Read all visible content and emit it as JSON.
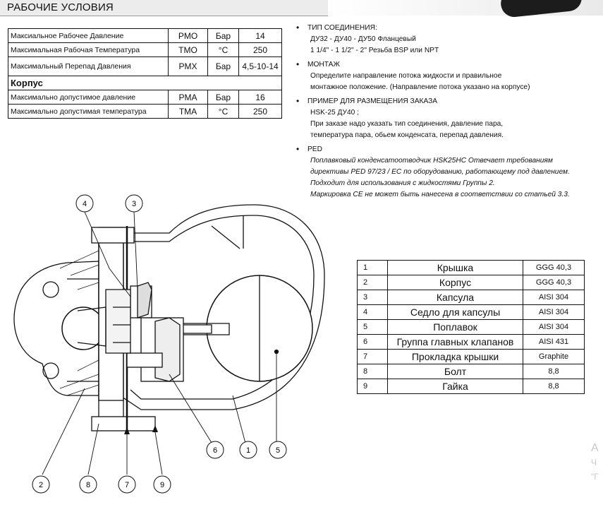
{
  "header": {
    "title": "РАБОЧИЕ УСЛОВИЯ"
  },
  "conditions": {
    "rows": [
      {
        "label": "Максиальное Рабочее Давление",
        "symbol": "PMO",
        "unit": "Бар",
        "value": "14"
      },
      {
        "label": "Максимальная Рабочая Температура",
        "symbol": "TMO",
        "unit": "°C",
        "value": "250"
      },
      {
        "label": "Максимальный Перепад Давления",
        "symbol": "PMX",
        "unit": "Бар",
        "value": "4,5-10-14"
      }
    ],
    "section": "Корпус",
    "body_rows": [
      {
        "label": "Максимально допустимое давление",
        "symbol": "PMA",
        "unit": "Бар",
        "value": "16"
      },
      {
        "label": "Максимально допустимая температура",
        "symbol": "TMA",
        "unit": "°C",
        "value": "250"
      }
    ]
  },
  "notes": {
    "connection": {
      "title": "ТИП СОЕДИНЕНИЯ:",
      "line1": "ДУ32 - ДУ40 - ДУ50   Фланцевый",
      "line2": "1 1/4\" - 1 1/2\" - 2\"     Резьба  BSP или NPT"
    },
    "mounting": {
      "title": "МОНТАЖ",
      "line1": "Определите направление потока жидкости и правильное",
      "line2": "монтажное положение. (Направление потока указано на корпусе)"
    },
    "order": {
      "title": "ПРИМЕР ДЛЯ РАЗМЕЩЕНИЯ ЗАКАЗА",
      "line1": "HSK-25 ДУ40 ;",
      "line2": "При заказе надо указать тип соединения, давление пара,",
      "line3": "температура пара,  обьем конденсата, перепад давления."
    },
    "ped": {
      "title": "PED",
      "line1": "Поплавковый конденсатоотводчик HSK25HC Отвечает требованиям",
      "line2": "директивы PED 97/23 / EC по оборудованию, работающему под давлением.",
      "line3": "Подходит для использования с жидкостями Группы 2.",
      "line4": "Маркировка CE не может быть нанесена в соответствии со статьей 3.3."
    }
  },
  "parts": [
    {
      "num": "1",
      "name": "Крышка",
      "material": "GGG 40,3"
    },
    {
      "num": "2",
      "name": "Корпус",
      "material": "GGG 40,3"
    },
    {
      "num": "3",
      "name": "Капсула",
      "material": "AISI 304"
    },
    {
      "num": "4",
      "name": "Седло для капсулы",
      "material": "AISI 304"
    },
    {
      "num": "5",
      "name": "Поплавок",
      "material": "AISI 304"
    },
    {
      "num": "6",
      "name": "Группа главных клапанов",
      "material": "AISI 431"
    },
    {
      "num": "7",
      "name": "Прокладка крышки",
      "material": "Graphite"
    },
    {
      "num": "8",
      "name": "Болт",
      "material": "8,8"
    },
    {
      "num": "9",
      "name": "Гайка",
      "material": "8,8"
    }
  ],
  "callouts": [
    "4",
    "3",
    "2",
    "8",
    "7",
    "9",
    "6",
    "1",
    "5"
  ],
  "watermark": {
    "line1": "A",
    "line2": "Ч",
    "line3": "\"Г"
  }
}
